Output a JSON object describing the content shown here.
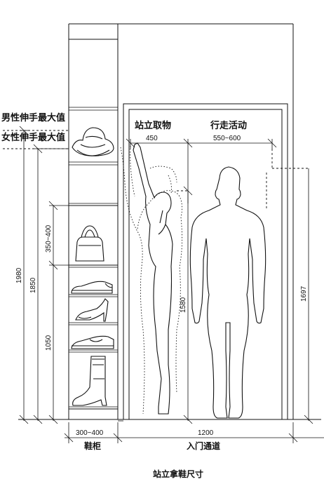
{
  "labels": {
    "male_reach": "男性伸手最大值",
    "female_reach": "女性伸手最大值",
    "stand_take": "站立取物",
    "walk_activity": "行走活动",
    "caption": "站立拿鞋尺寸",
    "shoe_cabinet": "鞋柜",
    "entry_passage": "入门通道"
  },
  "dimensions": {
    "d1980": "1980",
    "d1850": "1850",
    "d1050": "1050",
    "d350_400": "350~400",
    "d450": "450",
    "d550_600": "550~600",
    "d1580": "1580",
    "d1697": "1697",
    "d300_400": "300~400",
    "d1200": "1200"
  }
}
